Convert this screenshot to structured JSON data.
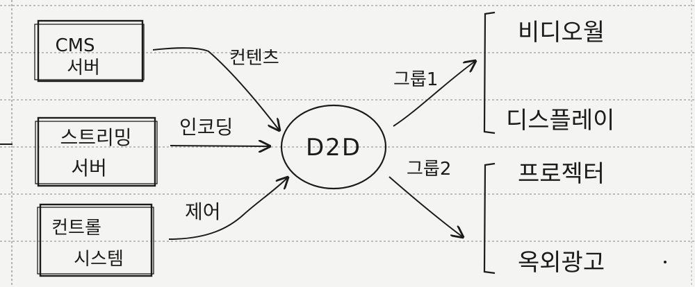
{
  "diagram": {
    "sources": [
      {
        "line1": "CMS",
        "line2": "서버"
      },
      {
        "line1": "스트리밍",
        "line2": "서버"
      },
      {
        "line1": "컨트롤",
        "line2": "시스템"
      }
    ],
    "center": "D2D",
    "edge_labels": {
      "content": "컨텐츠",
      "encoding": "인코딩",
      "control": "제어",
      "group1": "그룹1",
      "group2": "그룹2"
    },
    "group1_targets": [
      "비디오월",
      "디스플레이"
    ],
    "group2_targets": [
      "프로젝터",
      "옥외광고"
    ]
  }
}
